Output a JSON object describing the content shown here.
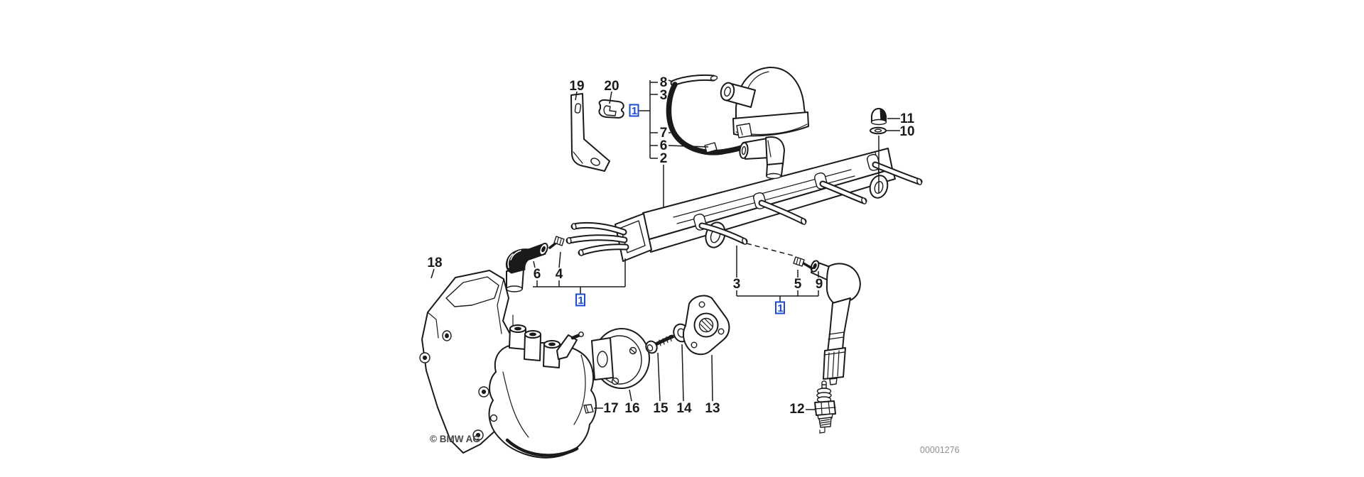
{
  "diagram": {
    "background": "#ffffff",
    "line_color": "#1a1a1a",
    "link_color": "#1c4bd2",
    "copyright": "© BMW AG",
    "drawing_number": "00001276",
    "link_boxes": [
      {
        "label": "1"
      },
      {
        "label": "1"
      },
      {
        "label": "1"
      }
    ],
    "callouts": {
      "c19": "19",
      "c20": "20",
      "c8": "8",
      "c3a": "3",
      "c7": "7",
      "c6a": "6",
      "c2": "2",
      "c11": "11",
      "c10": "10",
      "c18": "18",
      "c6b": "6",
      "c4": "4",
      "c3b": "3",
      "c5": "5",
      "c9": "9",
      "c17": "17",
      "c16": "16",
      "c15": "15",
      "c14": "14",
      "c13": "13",
      "c12": "12"
    }
  }
}
